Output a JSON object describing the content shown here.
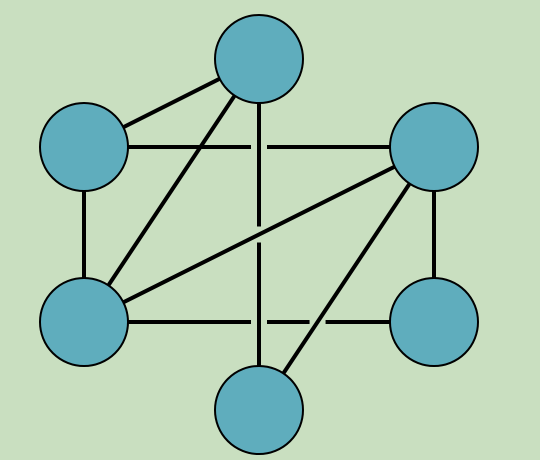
{
  "diagram": {
    "type": "graph",
    "colors": {
      "background": "#c9dfc0",
      "node_fill": "#5fadbd",
      "node_stroke": "#000000",
      "edge": "#000000"
    },
    "nodes": [
      {
        "id": "top"
      },
      {
        "id": "upper-left"
      },
      {
        "id": "upper-right"
      },
      {
        "id": "lower-left"
      },
      {
        "id": "lower-right"
      },
      {
        "id": "bottom"
      }
    ],
    "edges": [
      {
        "from": "top",
        "to": "upper-left"
      },
      {
        "from": "top",
        "to": "lower-left"
      },
      {
        "from": "top",
        "to": "bottom"
      },
      {
        "from": "upper-left",
        "to": "upper-right"
      },
      {
        "from": "upper-left",
        "to": "lower-left"
      },
      {
        "from": "upper-right",
        "to": "lower-left"
      },
      {
        "from": "upper-right",
        "to": "lower-right"
      },
      {
        "from": "upper-right",
        "to": "bottom"
      },
      {
        "from": "lower-left",
        "to": "lower-right"
      }
    ],
    "crossing_gaps": [
      {
        "over": "top-bottom",
        "under": "upper-left-upper-right"
      },
      {
        "over": "top-bottom",
        "under": "lower-left-lower-right"
      },
      {
        "over": "upper-right-bottom",
        "under": "lower-left-lower-right"
      },
      {
        "over": "upper-right-lower-left",
        "under": "top-bottom"
      }
    ]
  }
}
